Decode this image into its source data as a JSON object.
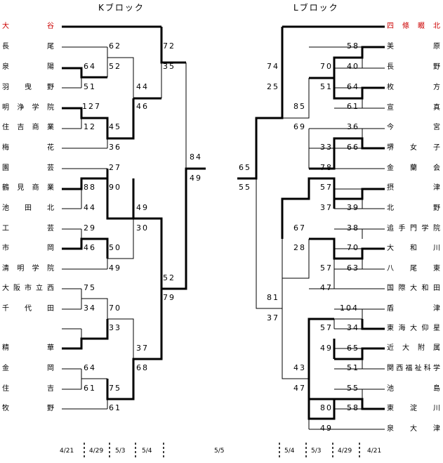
{
  "headings": {
    "left": "Kブロック",
    "right": "Lブロック"
  },
  "left_teams": [
    "大　谷",
    "長　尾",
    "泉　陽",
    "羽曳野",
    "明浄学院",
    "住吉商業",
    "梅　花",
    "園　芸",
    "鶴見商業",
    "池田北",
    "工　芸",
    "市　岡",
    "清明学院",
    "大阪市立西",
    "千代田",
    "",
    "精　華",
    "金　岡",
    "住　吉",
    "牧　野"
  ],
  "right_teams": [
    "四條畷北",
    "美　原",
    "長　野",
    "枚　方",
    "宣　真",
    "今　宮",
    "堺女子",
    "金蘭会",
    "摂　津",
    "北　野",
    "追手門学院",
    "大和川",
    "八尾東",
    "国際大和田",
    "盾　津",
    "東海大仰星",
    "近大附属",
    "関西福祉科学",
    "池　島",
    "東淀川",
    "泉大津"
  ],
  "colors": {
    "winner_text": "#cc0000",
    "line": "#000000"
  },
  "left_scores": {
    "r1": [
      "62",
      "52",
      "64",
      "51",
      "127",
      "12",
      "45",
      "36",
      "27",
      "90",
      "88",
      "44",
      "29",
      "46",
      "50",
      "49",
      "75",
      "34",
      "70",
      "33",
      "64",
      "61",
      "75",
      "61"
    ],
    "r2": [
      "72",
      "35",
      "44",
      "46",
      "49",
      "30",
      "37",
      "68"
    ],
    "r3": [
      "52",
      "79"
    ],
    "final": [
      "84",
      "49"
    ]
  },
  "right_scores": {
    "r1": [
      "58",
      "40",
      "64",
      "61",
      "36",
      "66",
      "57",
      "39",
      "38",
      "70",
      "63",
      "104",
      "34",
      "65",
      "51",
      "55",
      "58"
    ],
    "r2": [
      "70",
      "51",
      "33",
      "78",
      "37",
      "57",
      "47",
      "57",
      "49",
      "80",
      "49"
    ],
    "r3": [
      "74",
      "25",
      "85",
      "69",
      "67",
      "28",
      "43",
      "47"
    ],
    "r4": [
      "81",
      "37"
    ],
    "final": [
      "65",
      "55"
    ]
  },
  "dates": [
    "4/21",
    "4/29",
    "5/3",
    "5/4",
    "5/5",
    "5/4",
    "5/3",
    "4/29",
    "4/21"
  ]
}
